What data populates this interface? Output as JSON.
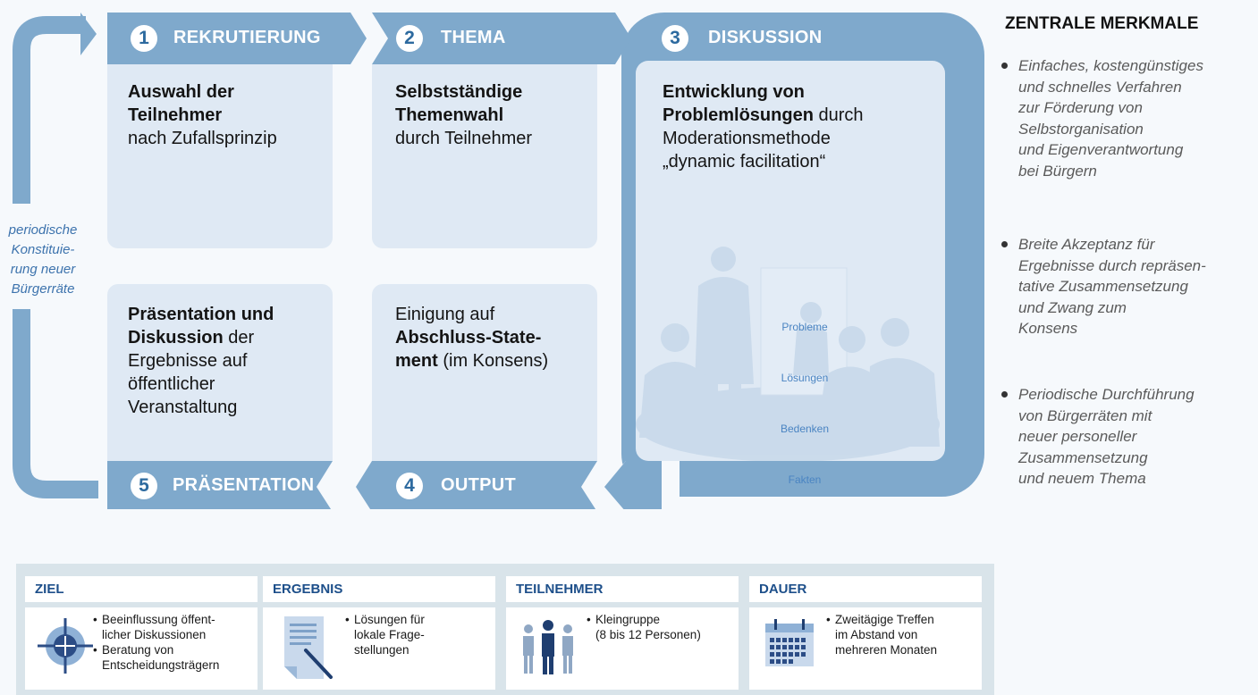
{
  "colors": {
    "flow": "#7fa9cc",
    "flow_dark": "#5c8fbf",
    "card": "#dfe9f4",
    "accent_text": "#3d73ad",
    "heading_blue": "#1d4f8a"
  },
  "steps": [
    {
      "number": "1",
      "label": "REKRUTIERUNG"
    },
    {
      "number": "2",
      "label": "THEMA"
    },
    {
      "number": "3",
      "label": "DISKUSSION"
    },
    {
      "number": "4",
      "label": "OUTPUT"
    },
    {
      "number": "5",
      "label": "PRÄSENTATION"
    }
  ],
  "cards": {
    "recruit": {
      "bold": "Auswahl der Teilnehmer",
      "normal": "nach Zufallsprinzip"
    },
    "theme": {
      "bold": "Selbstständige Themenwahl",
      "normal": "durch Teilnehmer"
    },
    "discussion": {
      "bold1": "Entwicklung von",
      "bold2": "Problemlösungen",
      "normal1": " durch",
      "normal2": "Moderationsmethode",
      "normal3": "„dynamic facilitation“"
    },
    "presentation": {
      "bold1": "Präsentation und",
      "bold2": "Diskussion",
      "normal1": " der",
      "normal2": "Ergebnisse auf",
      "normal3": "öffentlicher",
      "normal4": "Veranstaltung"
    },
    "output": {
      "normal1": "Einigung auf",
      "bold1": "Abschluss-State-",
      "bold2": "ment",
      "normal2": "  (im Konsens)"
    }
  },
  "board": {
    "lines": [
      "Probleme",
      "Lösungen",
      "Bedenken",
      "Fakten"
    ]
  },
  "left_note": "periodische\nKonstituie-\nrung neuer\nBürgerräte",
  "features": {
    "title": "ZENTRALE MERKMALE",
    "items": [
      "Einfaches, kostengünstiges\nund schnelles Verfahren\nzur Förderung von\nSelbstorganisation\nund Eigenverantwortung\nbei Bürgern",
      "Breite Akzeptanz für\nErgebnisse durch repräsen-\ntative Zusammensetzung\nund Zwang zum\nKonsens",
      "Periodische Durchführung\nvon Bürgerräten mit\nneuer personeller\nZusammensetzung\nund neuem Thema"
    ]
  },
  "info_boxes": [
    {
      "title": "ZIEL",
      "icon": "target-icon",
      "bullets": [
        "Beeinflussung öffent-\nlicher Diskussionen",
        "Beratung von\nEntscheidungsträgern"
      ]
    },
    {
      "title": "ERGEBNIS",
      "icon": "document-pen-icon",
      "bullets": [
        "Lösungen für\nlokale Frage-\nstellungen"
      ]
    },
    {
      "title": "TEILNEHMER",
      "icon": "people-group-icon",
      "bullets": [
        "Kleingruppe\n(8 bis 12 Personen)"
      ]
    },
    {
      "title": "DAUER",
      "icon": "calendar-icon",
      "bullets": [
        "Zweitägige Treffen\nim Abstand von\nmehreren Monaten"
      ]
    }
  ]
}
